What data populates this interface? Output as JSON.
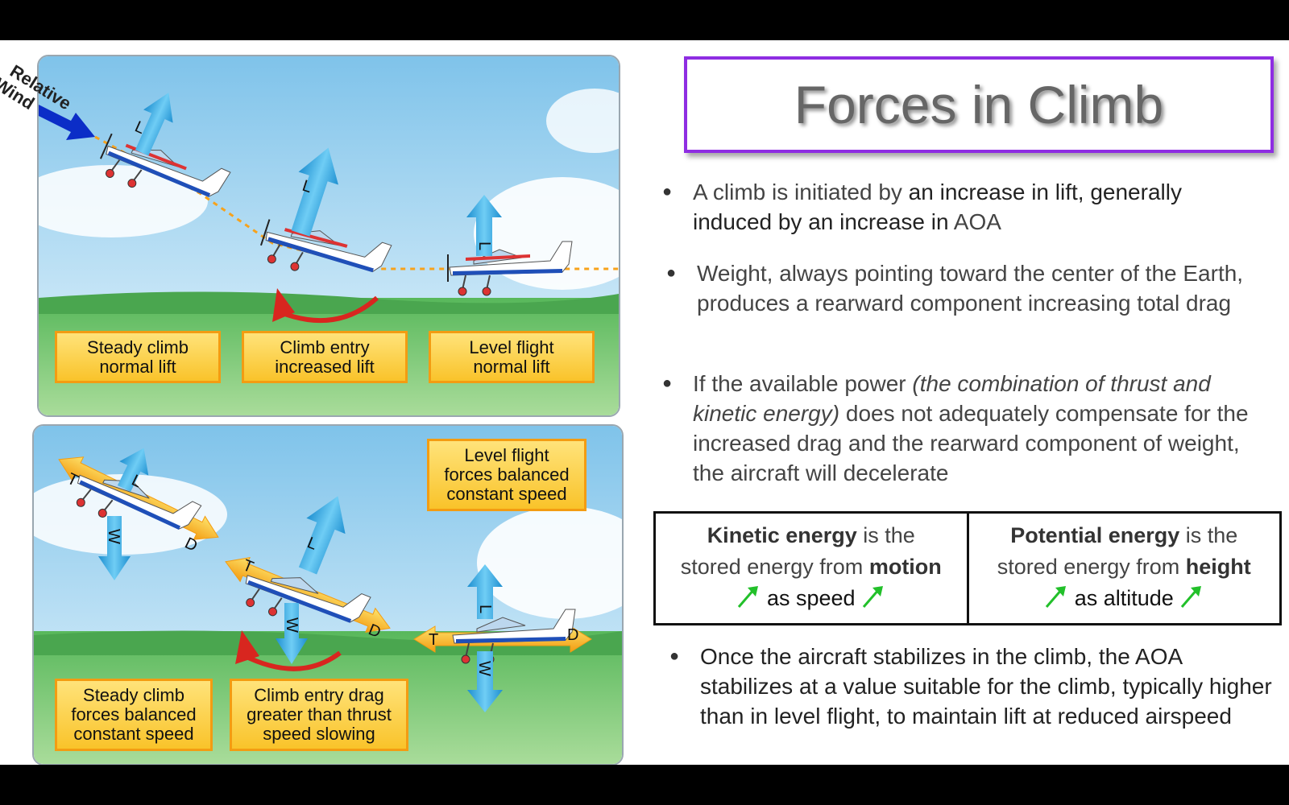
{
  "title": "Forces in Climb",
  "top_diagram": {
    "relative_wind": [
      "Relative",
      "Wind"
    ],
    "force_lift": "L",
    "labels": [
      [
        "Steady climb",
        "normal lift"
      ],
      [
        "Climb entry",
        "increased lift"
      ],
      [
        "Level flight",
        "normal lift"
      ]
    ]
  },
  "bottom_diagram": {
    "forces": {
      "thrust": "T",
      "lift": "L",
      "weight": "W",
      "drag": "D"
    },
    "labels": [
      [
        "Level flight",
        "forces balanced",
        "constant speed"
      ],
      [
        "Steady climb",
        "forces balanced",
        "constant speed"
      ],
      [
        "Climb entry drag",
        "greater than thrust",
        "speed slowing"
      ]
    ]
  },
  "bullets": {
    "b1_a": "A climb is initiated by ",
    "b1_b": "an increase in lift, generally induced by an increase in ",
    "b1_c": "AOA",
    "b2": "Weight, always pointing toward the center of the Earth, produces a rearward component increasing total drag",
    "b3_a": "If the available power ",
    "b3_b": "(the combination of thrust and kinetic energy)",
    "b3_c": " does not adequately compensate for the increased drag and the rearward component of weight, the aircraft will decelerate",
    "b4": "Once the aircraft stabilizes in the climb, the AOA stabilizes at a value suitable for the climb, typically higher than in level flight, to maintain lift at reduced airspeed"
  },
  "energy_table": {
    "kinetic": {
      "bold": "Kinetic energy",
      "t1": " is the",
      "t2": "stored energy from ",
      "bold2": "motion",
      "t3": "as speed"
    },
    "potential": {
      "bold": "Potential energy",
      "t1": " is the",
      "t2": "stored energy from ",
      "bold2": "height",
      "t3": "as altitude"
    }
  },
  "colors": {
    "accent": "#8e2de2",
    "label_fill": "#fbd24a",
    "label_border": "#f39c12",
    "arrow_blue": "#2a9fd6",
    "arrow_orange": "#f7a21b",
    "green_arrow": "#22c02a"
  }
}
